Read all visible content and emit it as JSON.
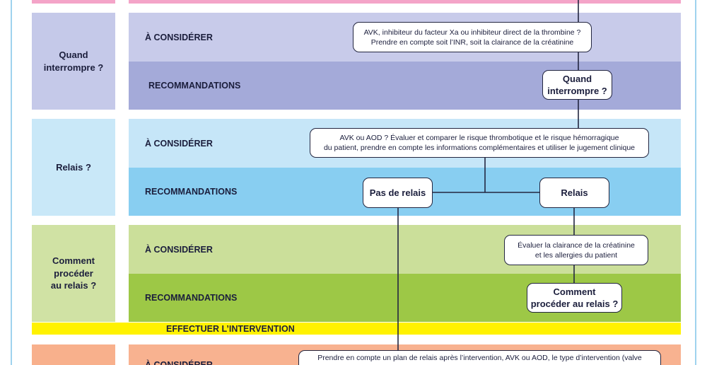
{
  "top_band": {
    "color": "#f4a4c8"
  },
  "sections": [
    {
      "title": [
        "Quand",
        "interrompre ?"
      ],
      "consider_label": "À CONSIDÉRER",
      "recommend_label": "RECOMMANDATIONS",
      "colors": {
        "title": "#c5c9e9",
        "consider": "#c8cbea",
        "recommend": "#a4aad9"
      }
    },
    {
      "title": [
        "Relais ?"
      ],
      "consider_label": "À CONSIDÉRER",
      "recommend_label": "RECOMMANDATIONS",
      "colors": {
        "title": "#c9e8f8",
        "consider": "#c6e6f8",
        "recommend": "#88cef1"
      }
    },
    {
      "title": [
        "Comment",
        "procéder",
        "au relais ?"
      ],
      "consider_label": "À CONSIDÉRER",
      "recommend_label": "RECOMMANDATIONS",
      "colors": {
        "title": "#d0e2a4",
        "consider": "#cbdf9a",
        "recommend": "#9dc846"
      }
    },
    {
      "consider_label": "À CONSIDÉRER",
      "colors": {
        "title": "#f8b08c",
        "consider": "#f8b290"
      }
    }
  ],
  "intervention_band": {
    "label": "EFFECTUER L’INTERVENTION",
    "color": "#fff200"
  },
  "flow": {
    "anticoagulant_type": {
      "lines": [
        "AVK, inhibiteur du facteur Xa ou inhibiteur direct de la thrombine ?",
        "Prendre en compte soit l’INR, soit la clairance de la créatinine"
      ]
    },
    "when_interrupt": {
      "lines": [
        "Quand",
        "interrompre ?"
      ]
    },
    "bridging_assessment": {
      "lines": [
        "AVK ou AOD ? Évaluer et comparer le risque thrombotique et le risque hémorragique",
        "du patient, prendre en compte les informations complémentaires et utiliser le jugement clinique"
      ]
    },
    "no_bridging": {
      "label": "Pas de relais"
    },
    "bridging": {
      "label": "Relais"
    },
    "clearance_allergies": {
      "lines": [
        "Évaluer la clairance de la créatinine",
        "et les allergies du patient"
      ]
    },
    "how_bridge": {
      "lines": [
        "Comment",
        "procéder au relais ?"
      ]
    },
    "post_intervention": {
      "lines": [
        "Prendre en compte un plan de relais après l’intervention, AVK ou AOD, le type d’intervention (valve"
      ]
    }
  }
}
